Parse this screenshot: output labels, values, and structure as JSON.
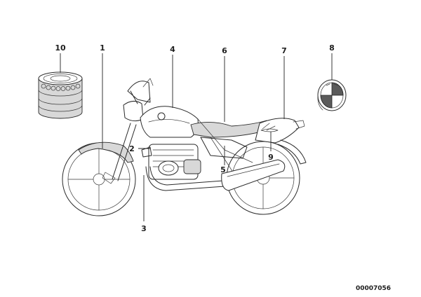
{
  "diagram": {
    "drawing_number": "00007056",
    "callouts": [
      {
        "id": "1",
        "label": "1"
      },
      {
        "id": "2",
        "label": "2"
      },
      {
        "id": "3",
        "label": "3"
      },
      {
        "id": "4",
        "label": "4"
      },
      {
        "id": "5",
        "label": "5"
      },
      {
        "id": "6",
        "label": "6"
      },
      {
        "id": "7",
        "label": "7"
      },
      {
        "id": "8",
        "label": "8"
      },
      {
        "id": "9",
        "label": "9"
      },
      {
        "id": "10",
        "label": "10"
      }
    ],
    "parts": [
      {
        "callout": "10",
        "icon": "tape-roll-icon"
      },
      {
        "callout": "8",
        "icon": "roundel-badge-icon"
      },
      {
        "callout": "9",
        "icon": "side-decal-icon"
      }
    ]
  }
}
